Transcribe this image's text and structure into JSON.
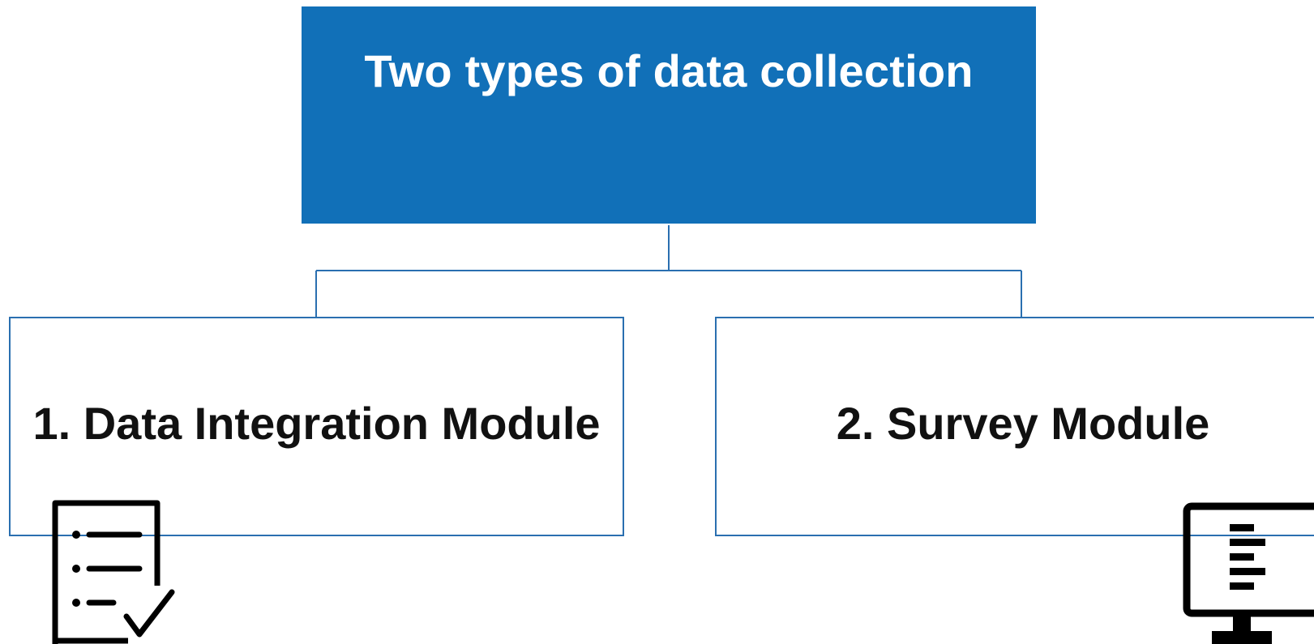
{
  "diagram": {
    "root": {
      "label": "Two types of data collection"
    },
    "children": [
      {
        "label": "1. Data Integration Module",
        "icon": "checklist-icon"
      },
      {
        "label": "2. Survey Module",
        "icon": "monitor-icon"
      }
    ]
  },
  "colors": {
    "root_fill": "#1170b8",
    "border": "#2a6fb0",
    "text_dark": "#111111",
    "text_light": "#ffffff"
  }
}
